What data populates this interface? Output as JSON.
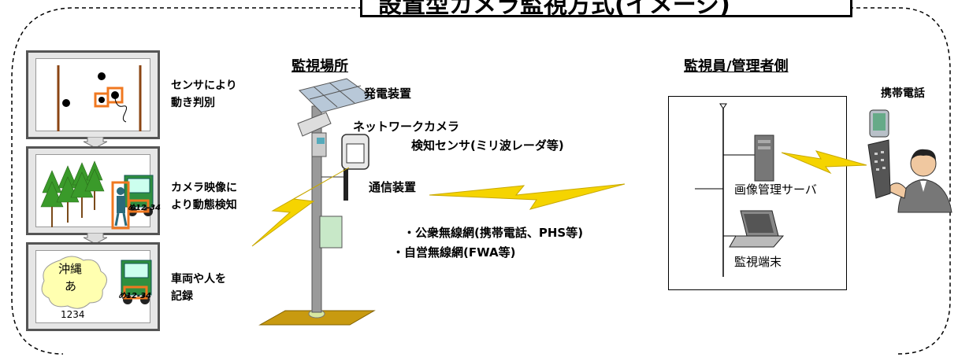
{
  "title": "設置型カメラ監視方式(イメージ)",
  "left": {
    "steps": [
      {
        "label_line1": "センサにより",
        "label_line2": "動き判別"
      },
      {
        "label_line1": "カメラ映像に",
        "label_line2": "より動態検知"
      },
      {
        "label_line1": "車両や人を",
        "label_line2": "記録"
      }
    ],
    "plate_text": "め12-34",
    "bubble_line1": "沖縄",
    "bubble_line2": "あ",
    "bubble_number": "1234"
  },
  "center": {
    "heading": "監視場所",
    "power_label": "発電装置",
    "camera_label": "ネットワークカメラ",
    "sensor_label": "検知センサ(ミリ波レーダ等)",
    "comm_label": "通信装置",
    "network_1": "・公衆無線網(携帯電話、PHS等)",
    "network_2": "・自営無線網(FWA等)"
  },
  "right": {
    "heading": "監視員/管理者側",
    "server_label": "画像管理サーバ",
    "terminal_label": "監視端末",
    "phone_label": "携帯電話"
  },
  "colors": {
    "lightning": "#f5d400",
    "highlight": "#f07820",
    "frame_border": "#000000"
  }
}
